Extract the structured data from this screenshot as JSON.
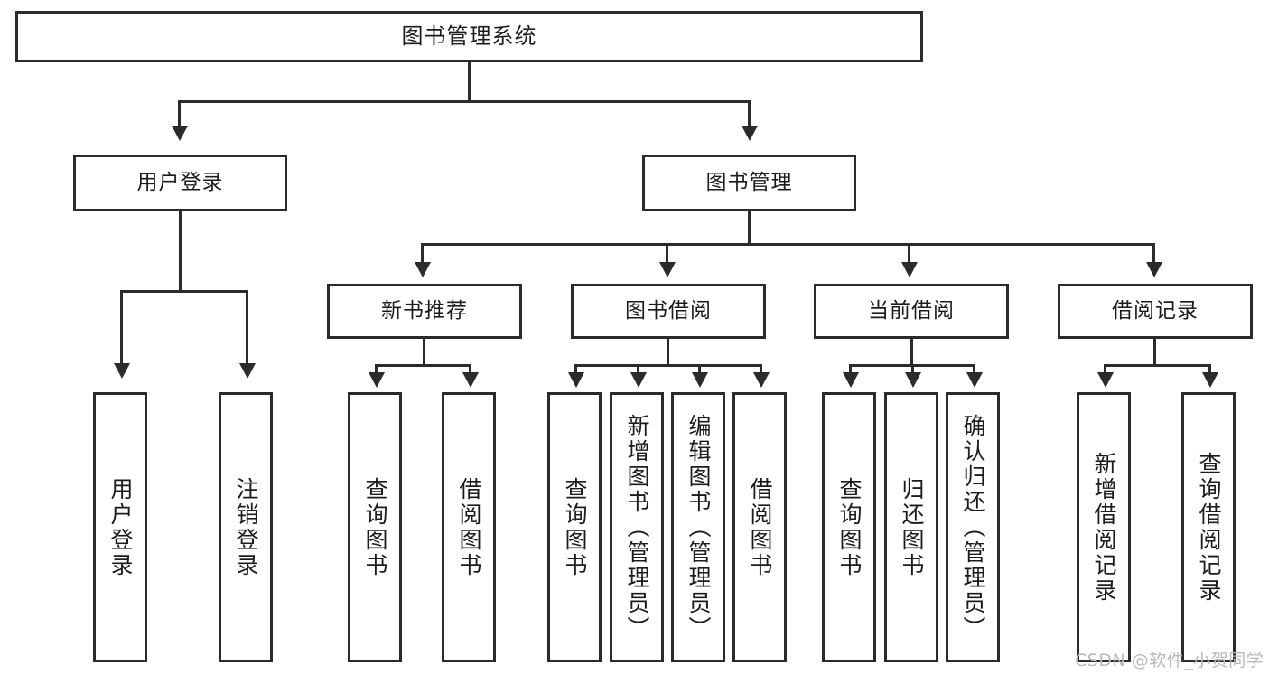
{
  "diagram": {
    "type": "tree-hierarchy-flowchart",
    "title": "图书管理系统",
    "root": {
      "label": "图书管理系统",
      "id": "root-book-management-system"
    },
    "level1": [
      {
        "id": "user-login",
        "label": "用户登录"
      },
      {
        "id": "book-management",
        "label": "图书管理"
      }
    ],
    "level2": [
      {
        "id": "new-book-recommend",
        "label": "新书推荐",
        "parent": "book-management"
      },
      {
        "id": "book-borrow",
        "label": "图书借阅",
        "parent": "book-management"
      },
      {
        "id": "current-borrow",
        "label": "当前借阅",
        "parent": "book-management"
      },
      {
        "id": "borrow-record",
        "label": "借阅记录",
        "parent": "book-management"
      }
    ],
    "leaves": {
      "user_login": [
        {
          "id": "leaf-user-login",
          "label": "用户登录"
        },
        {
          "id": "leaf-logout-login",
          "label": "注销登录"
        }
      ],
      "new_book_recommend": [
        {
          "id": "leaf-query-book-1",
          "label": "查询图书"
        },
        {
          "id": "leaf-borrow-book-1",
          "label": "借阅图书"
        }
      ],
      "book_borrow": [
        {
          "id": "leaf-query-book-2",
          "label": "查询图书"
        },
        {
          "id": "leaf-add-book-admin",
          "label": "新增图书（管理员）"
        },
        {
          "id": "leaf-edit-book-admin",
          "label": "编辑图书（管理员）"
        },
        {
          "id": "leaf-borrow-book-2",
          "label": "借阅图书"
        }
      ],
      "current_borrow": [
        {
          "id": "leaf-query-book-3",
          "label": "查询图书"
        },
        {
          "id": "leaf-return-book",
          "label": "归还图书"
        },
        {
          "id": "leaf-confirm-return-admin",
          "label": "确认归还（管理员）"
        }
      ],
      "borrow_record": [
        {
          "id": "leaf-add-borrow-record",
          "label": "新增借阅记录"
        },
        {
          "id": "leaf-query-borrow-record",
          "label": "查询借阅记录"
        }
      ]
    },
    "colors": {
      "stroke": "#2b2b2b",
      "fill": "#ffffff",
      "text": "#1c1c1c",
      "watermark": "#b9b9b9"
    }
  },
  "watermark": {
    "text": "CSDN @软件_小贺同学"
  }
}
